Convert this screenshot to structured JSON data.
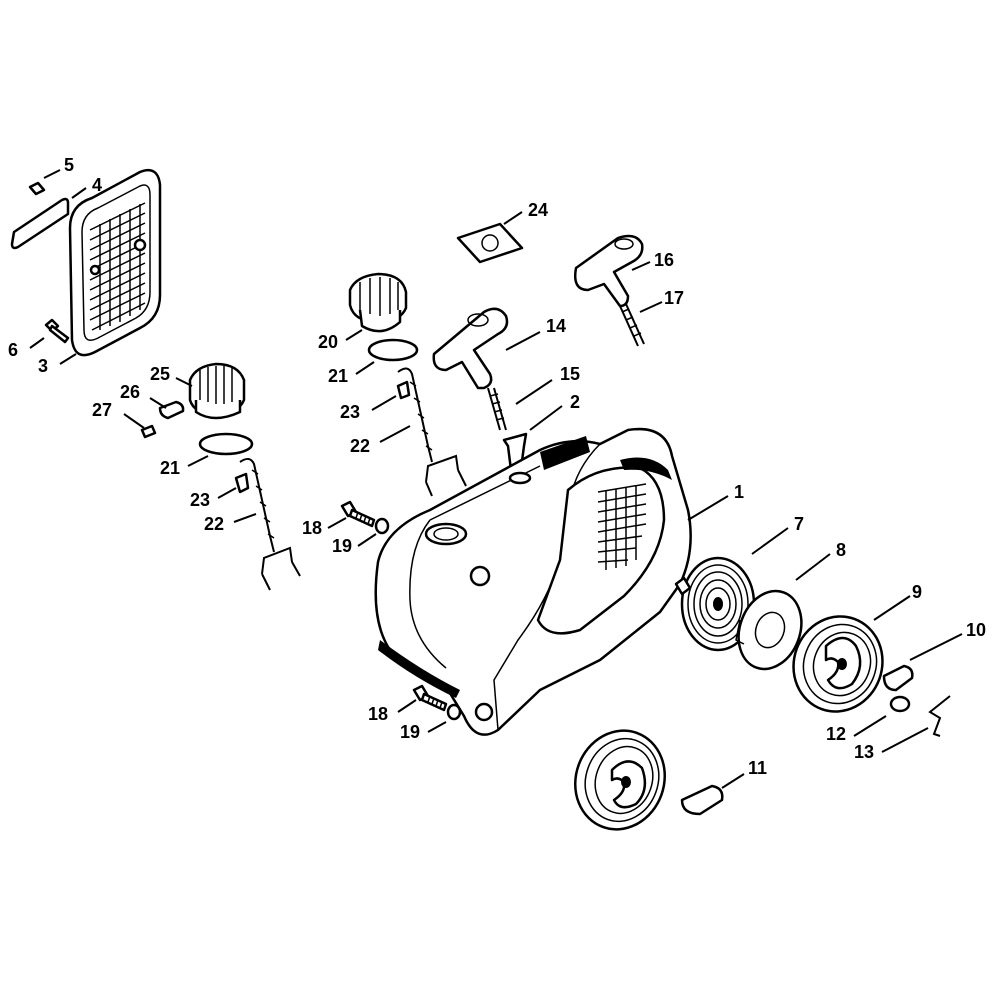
{
  "callouts": [
    {
      "id": "c5",
      "text": "5"
    },
    {
      "id": "c4",
      "text": "4"
    },
    {
      "id": "c6",
      "text": "6"
    },
    {
      "id": "c3",
      "text": "3"
    },
    {
      "id": "c25",
      "text": "25"
    },
    {
      "id": "c26",
      "text": "26"
    },
    {
      "id": "c27",
      "text": "27"
    },
    {
      "id": "c21a",
      "text": "21"
    },
    {
      "id": "c23a",
      "text": "23"
    },
    {
      "id": "c22a",
      "text": "22"
    },
    {
      "id": "c20",
      "text": "20"
    },
    {
      "id": "c21b",
      "text": "21"
    },
    {
      "id": "c23b",
      "text": "23"
    },
    {
      "id": "c22b",
      "text": "22"
    },
    {
      "id": "c24",
      "text": "24"
    },
    {
      "id": "c14",
      "text": "14"
    },
    {
      "id": "c15",
      "text": "15"
    },
    {
      "id": "c2",
      "text": "2"
    },
    {
      "id": "c16",
      "text": "16"
    },
    {
      "id": "c17",
      "text": "17"
    },
    {
      "id": "c1",
      "text": "1"
    },
    {
      "id": "c7",
      "text": "7"
    },
    {
      "id": "c8",
      "text": "8"
    },
    {
      "id": "c9",
      "text": "9"
    },
    {
      "id": "c10",
      "text": "10"
    },
    {
      "id": "c12",
      "text": "12"
    },
    {
      "id": "c13",
      "text": "13"
    },
    {
      "id": "c18a",
      "text": "18"
    },
    {
      "id": "c19a",
      "text": "19"
    },
    {
      "id": "c18b",
      "text": "18"
    },
    {
      "id": "c19b",
      "text": "19"
    },
    {
      "id": "c11",
      "text": "11"
    }
  ]
}
